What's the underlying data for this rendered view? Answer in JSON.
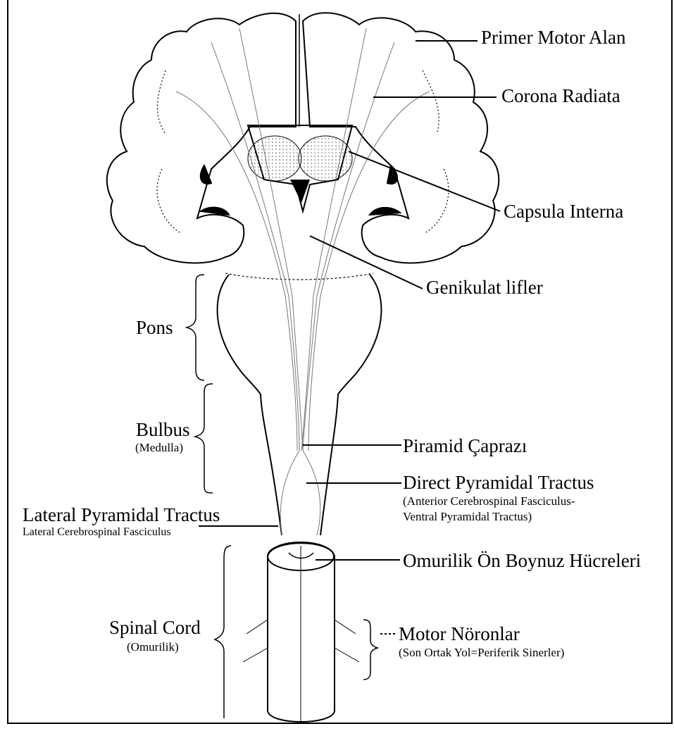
{
  "labels": {
    "primer_motor_alan": "Primer Motor Alan",
    "corona_radiata": "Corona Radiata",
    "capsula_interna": "Capsula Interna",
    "genikulat_lifler": "Genikulat lifler",
    "pons": "Pons",
    "bulbus": "Bulbus",
    "medulla": "(Medulla)",
    "piramid_caprazi": "Piramid Çaprazı",
    "direct_pyramidal_tractus": "Direct Pyramidal Tractus",
    "direct_sub_1": "(Anterior Cerebrospinal Fasciculus-",
    "direct_sub_2": "Ventral Pyramidal Tractus)",
    "lateral_pyramidal_tractus": "Lateral Pyramidal Tractus",
    "lateral_sub": "Lateral Cerebrospinal Fasciculus",
    "omurilik_on_boynuz": "Omurilik Ön Boynuz Hücreleri",
    "spinal_cord": "Spinal Cord",
    "omurilik": "(Omurilik)",
    "motor_noronlar": "Motor Nöronlar",
    "motor_sub": "(Son Ortak Yol=Periferik Sinerler)"
  }
}
